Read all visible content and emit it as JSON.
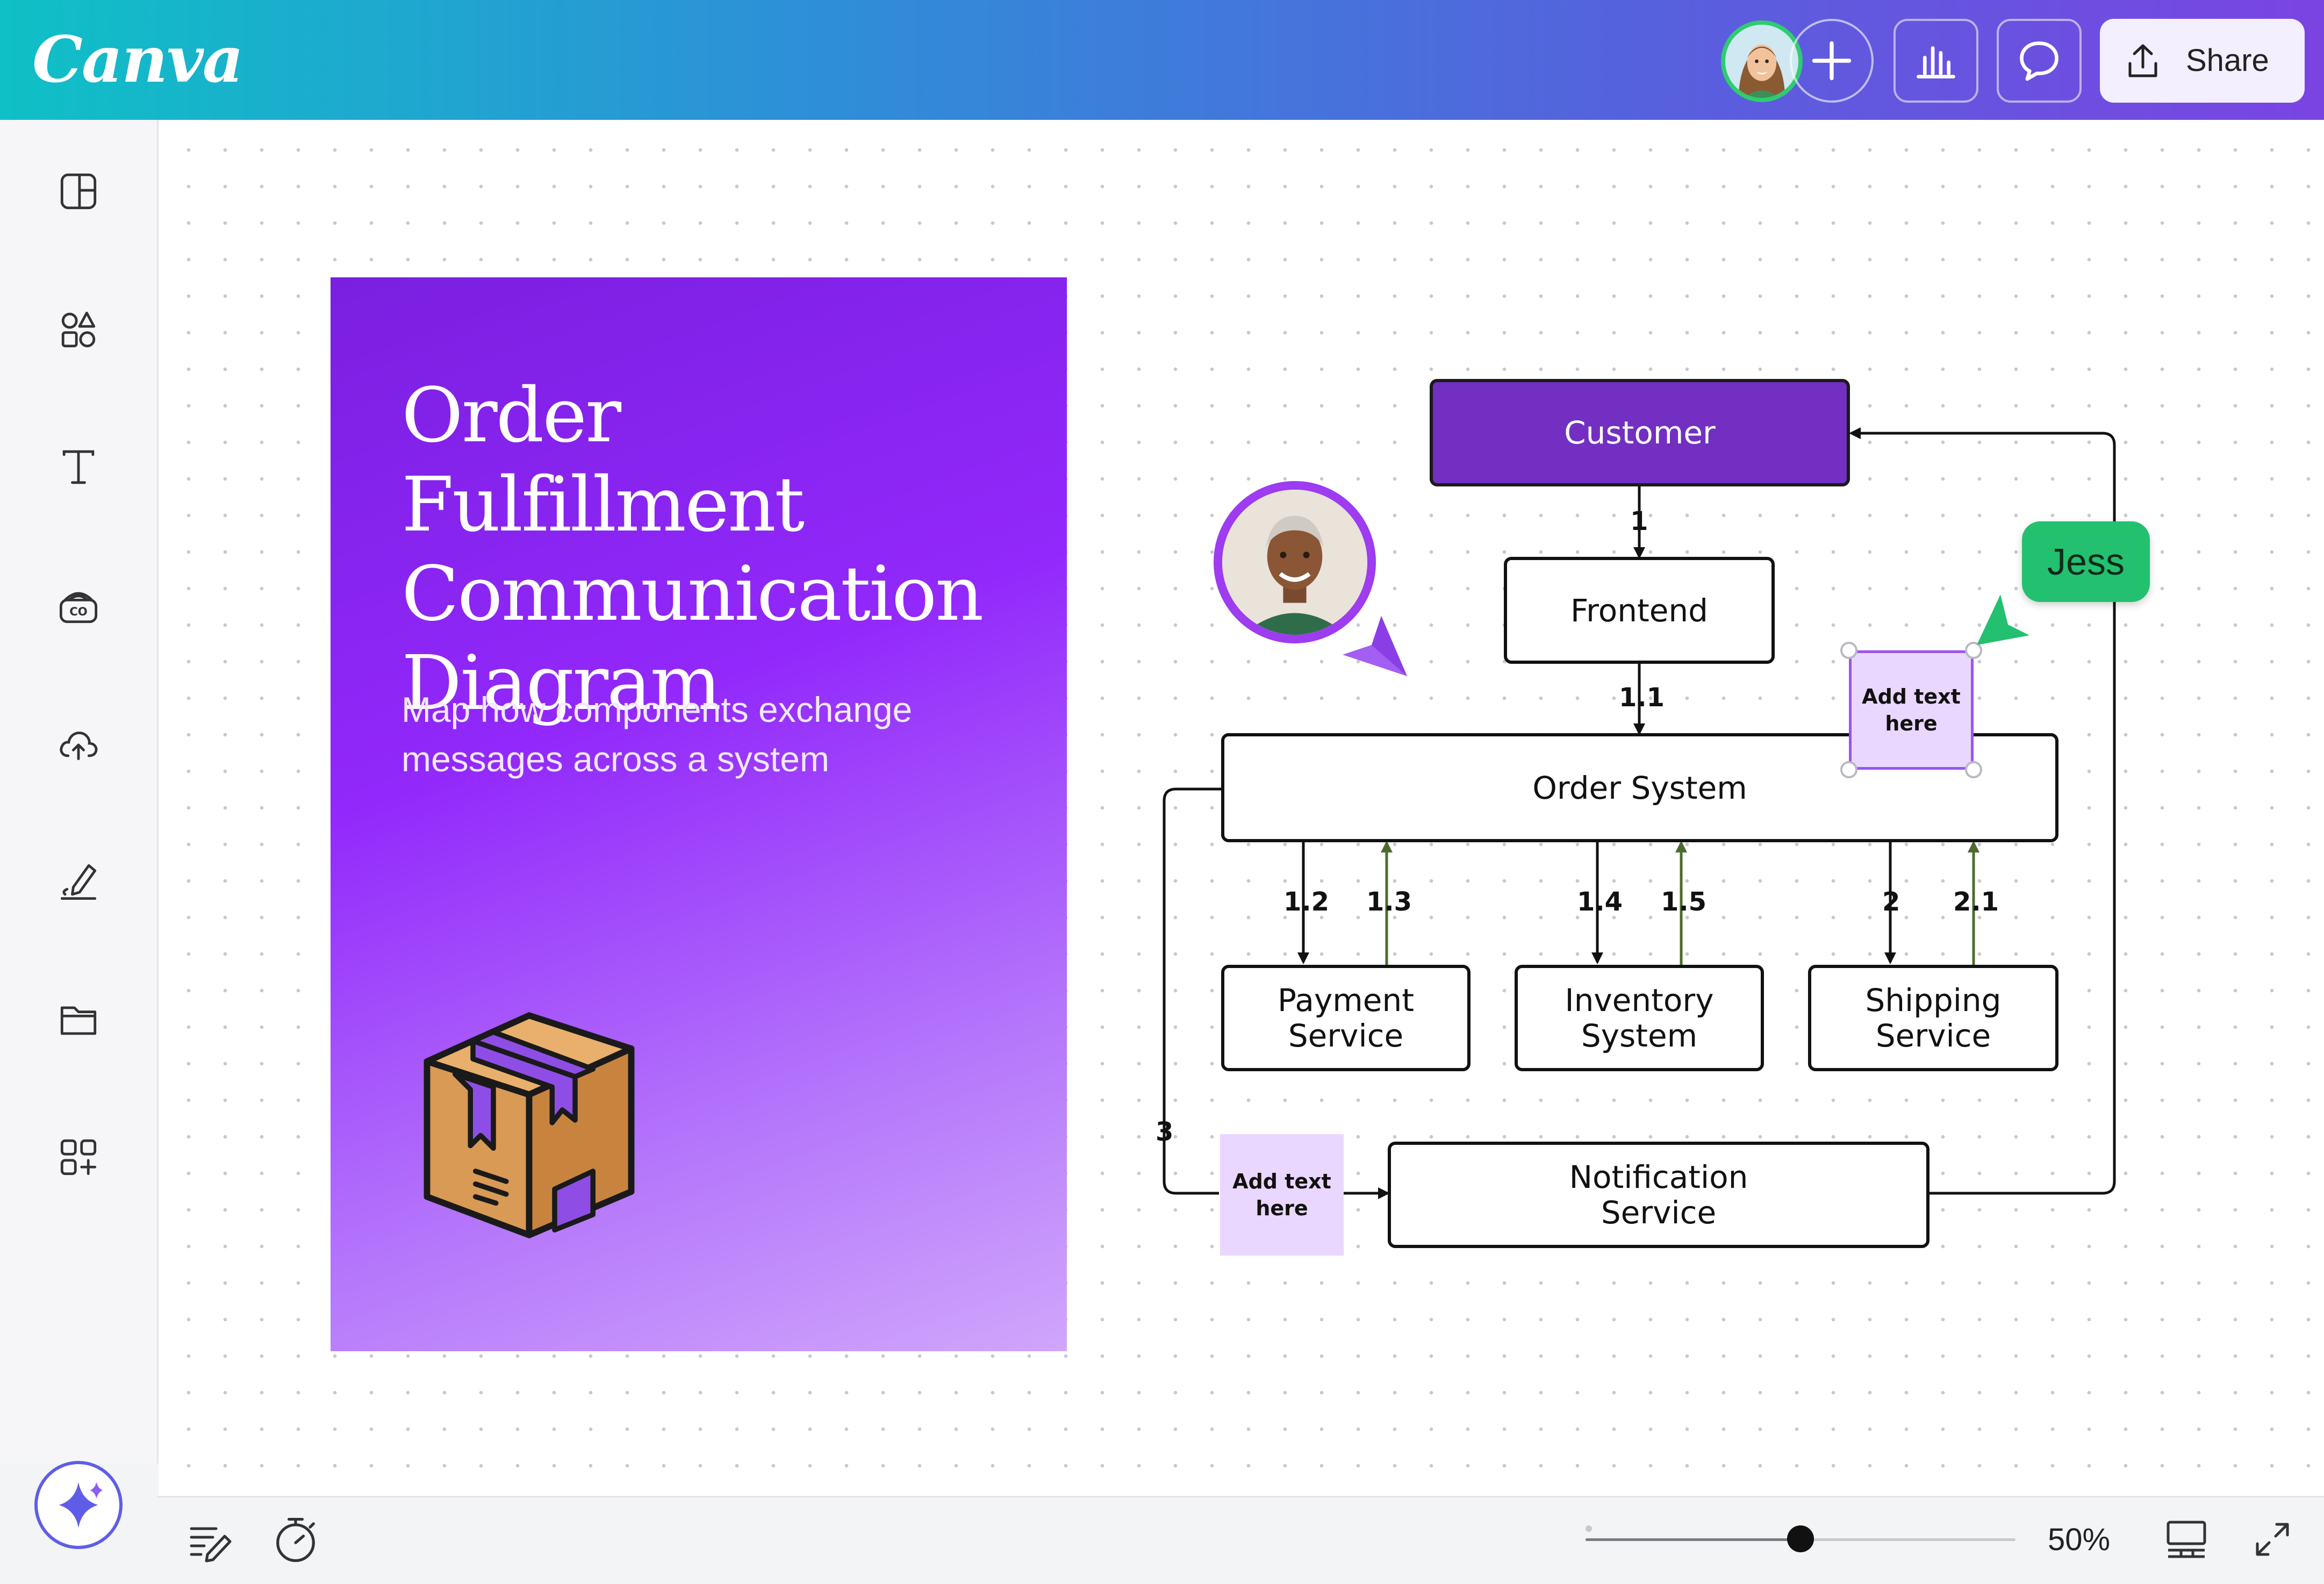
{
  "app": {
    "logo_text": "Canva"
  },
  "header": {
    "share_label": "Share"
  },
  "sidebar": {
    "items": [
      {
        "icon": "layout-icon"
      },
      {
        "icon": "elements-icon"
      },
      {
        "icon": "text-icon"
      },
      {
        "icon": "brand-icon"
      },
      {
        "icon": "upload-icon"
      },
      {
        "icon": "draw-icon"
      },
      {
        "icon": "projects-icon"
      },
      {
        "icon": "apps-icon"
      }
    ],
    "magic_icon": "sparkle-icon"
  },
  "card": {
    "title": "Order Fulfillment Communication Diagram",
    "subtitle": "Map how components exchange messages across a system"
  },
  "diagram": {
    "nodes": {
      "customer": "Customer",
      "frontend": "Frontend",
      "order_system": "Order System",
      "payment": "Payment\nService",
      "inventory": "Inventory\nSystem",
      "shipping": "Shipping\nService",
      "notification": "Notification\nService"
    },
    "edge_labels": {
      "e1": "1",
      "e1_1": "1.1",
      "e1_2": "1.2",
      "e1_3": "1.3",
      "e1_4": "1.4",
      "e1_5": "1.5",
      "e2": "2",
      "e2_1": "2.1",
      "e3": "3"
    },
    "sticky_top": "Add text\nhere",
    "sticky_bottom": "Add text\nhere",
    "collaborator_name": "Jess"
  },
  "footer": {
    "zoom_label": "50%",
    "zoom_value": 0.5
  },
  "colors": {
    "accent_purple": "#722fc2",
    "card_gradient_start": "#7a1fe0",
    "card_gradient_end": "#d0a6fb",
    "collaborator_green": "#23c06f",
    "return_arrow_green": "#4d6b2e"
  }
}
